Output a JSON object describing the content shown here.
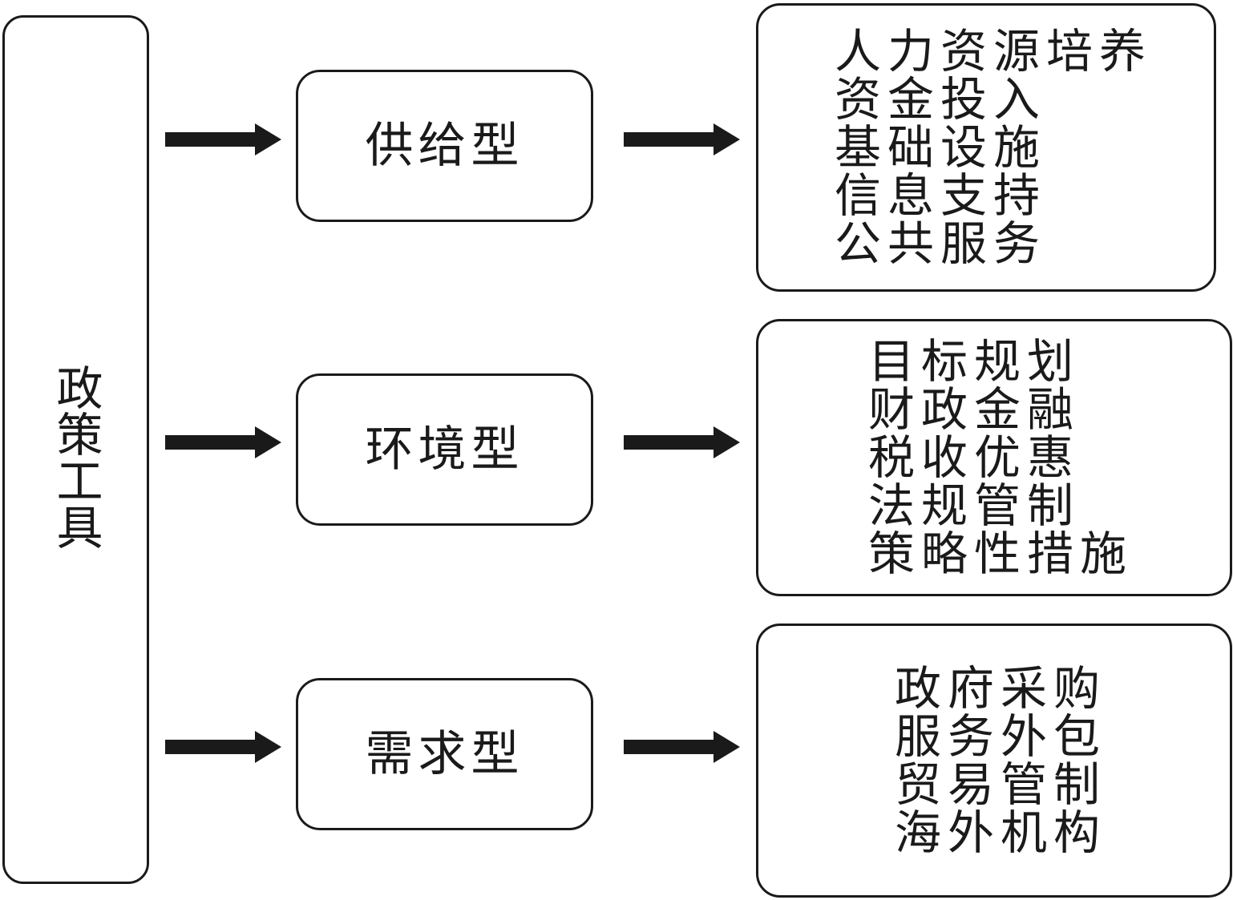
{
  "root": {
    "label": "政策工具"
  },
  "branches": [
    {
      "label": "供给型",
      "items": [
        "人力资源培养",
        "资金投入",
        "基础设施",
        "信息支持",
        "公共服务"
      ]
    },
    {
      "label": "环境型",
      "items": [
        "目标规划",
        "财政金融",
        "税收优惠",
        "法规管制",
        "策略性措施"
      ]
    },
    {
      "label": "需求型",
      "items": [
        "政府采购",
        "服务外包",
        "贸易管制",
        "海外机构"
      ]
    }
  ],
  "colors": {
    "stroke": "#1a1a1a",
    "background": "#ffffff"
  }
}
